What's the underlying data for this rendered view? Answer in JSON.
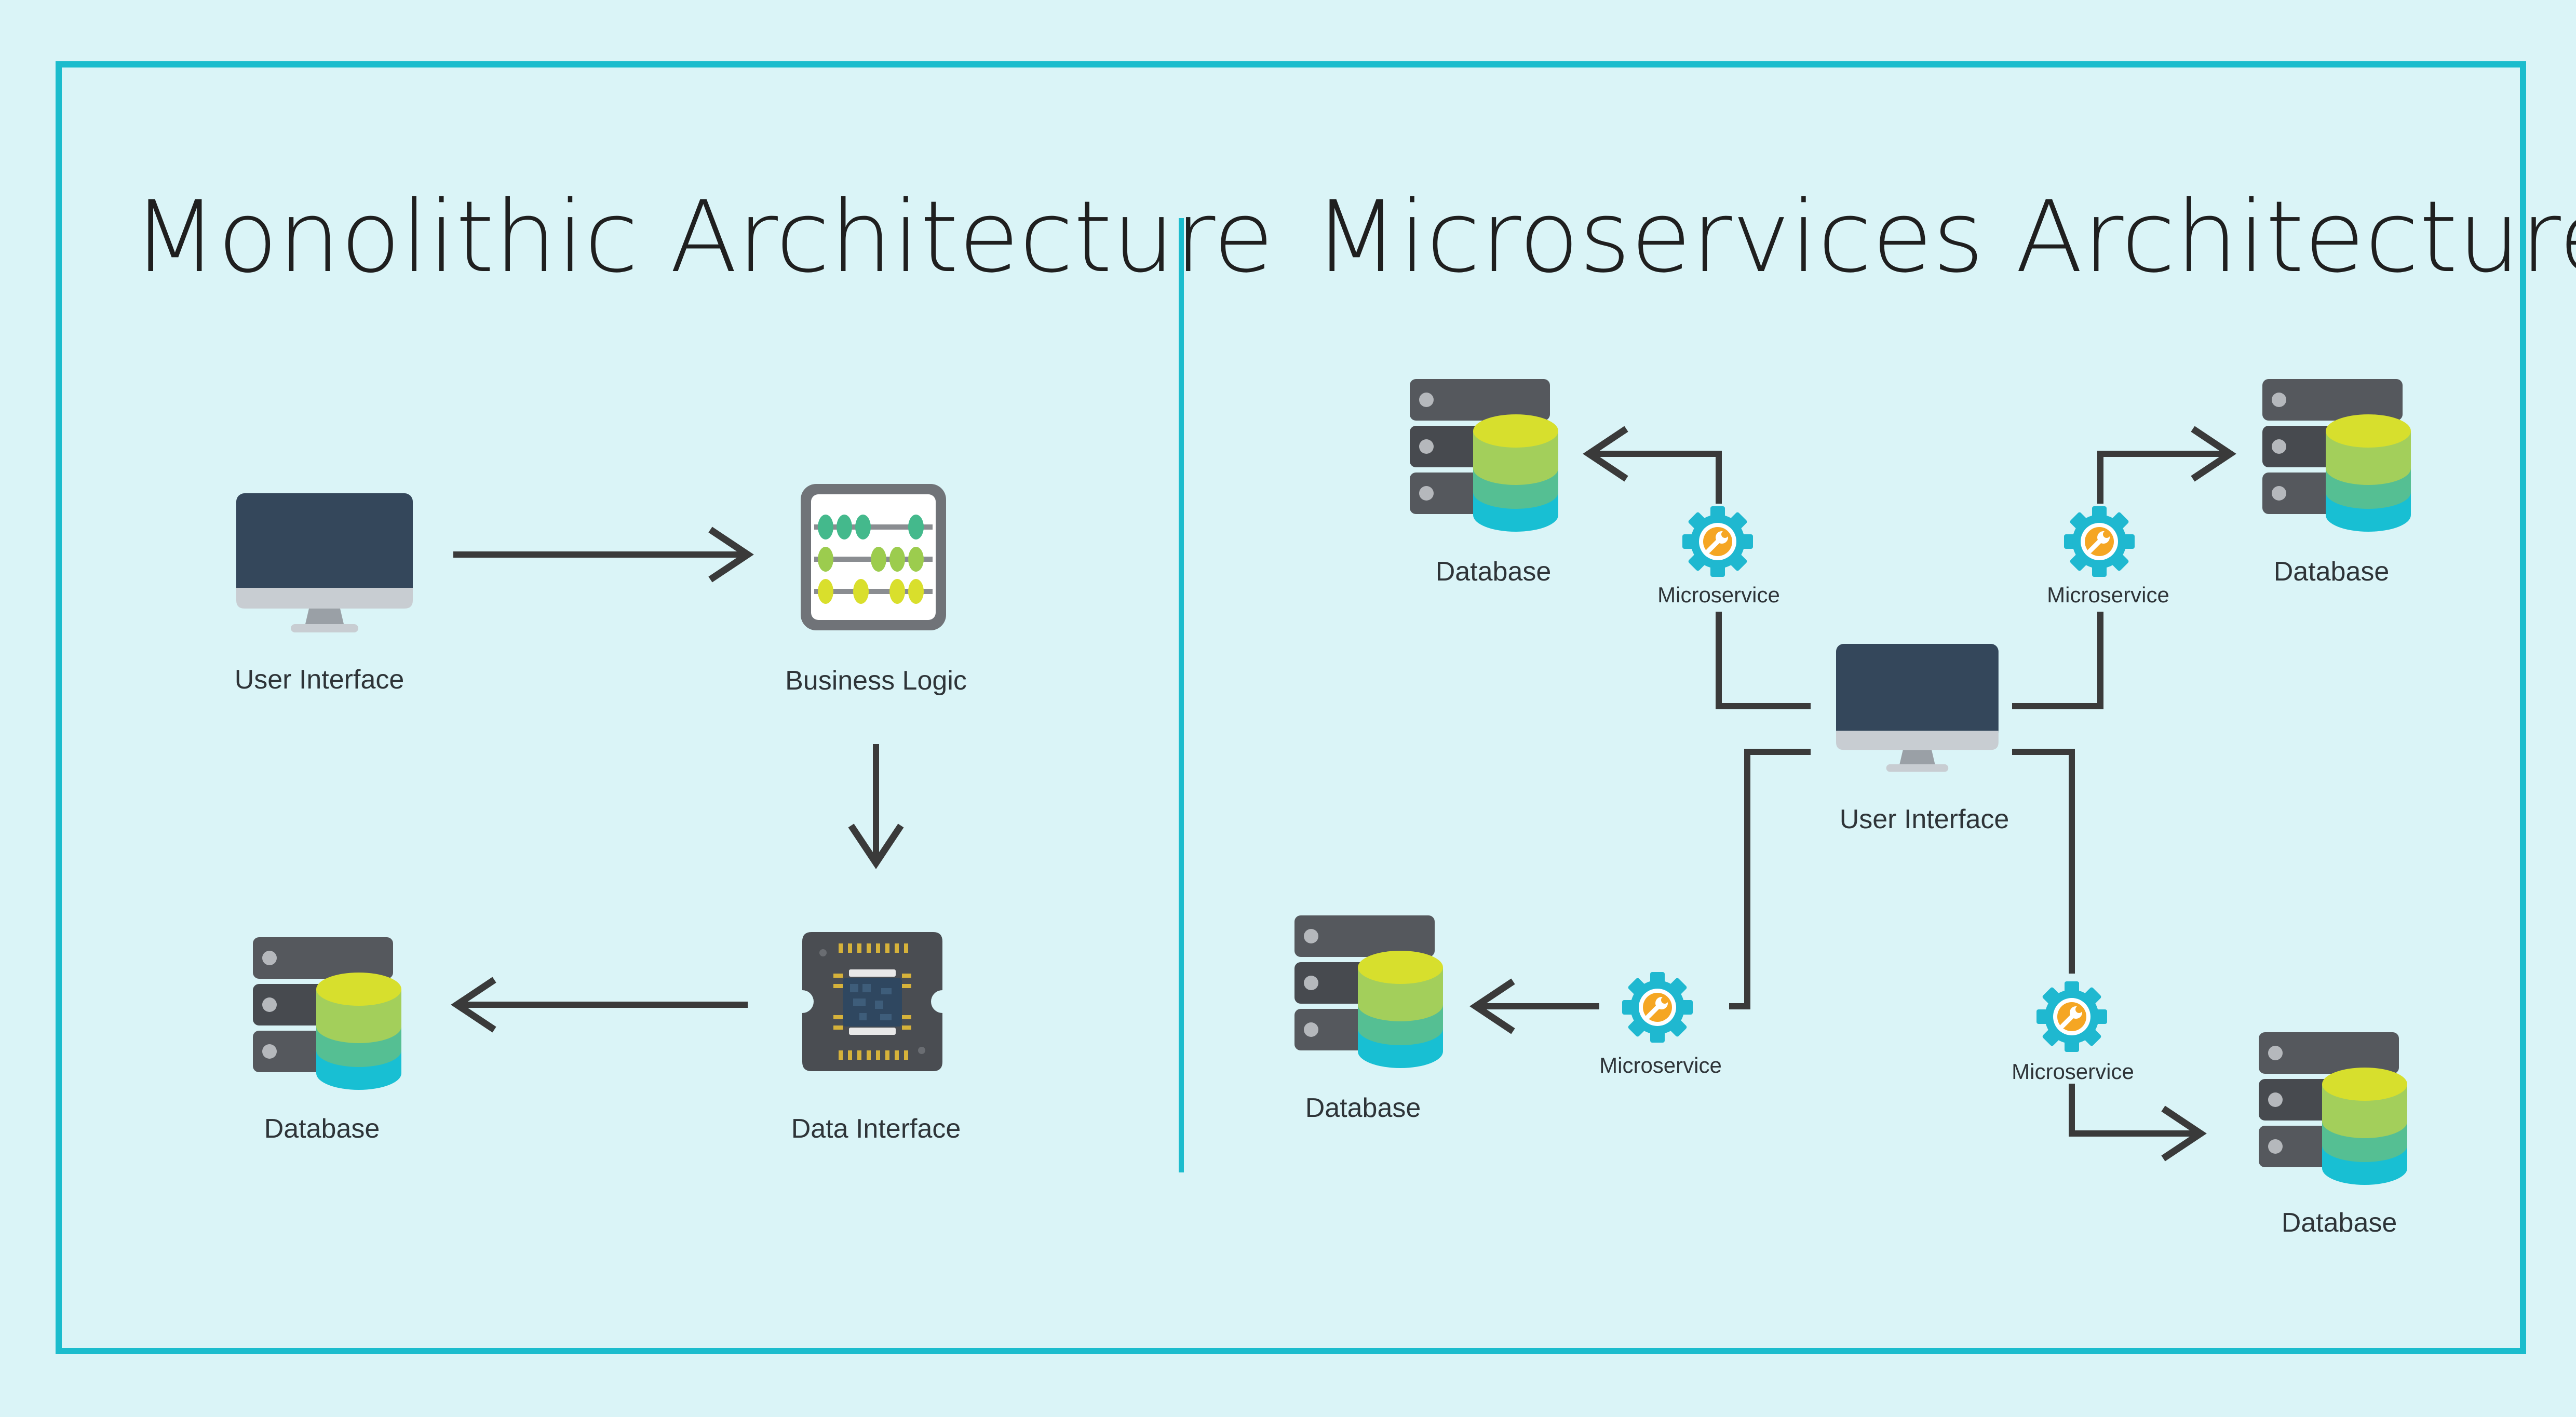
{
  "colors": {
    "background": "#daf4f7",
    "frame": "#1bbccd",
    "divider": "#1bbccd",
    "connector": "#3a3a3a",
    "monitor_screen": "#34475b",
    "server_body": "#4a4d52",
    "db_top": "#d7df2d",
    "db_mid": "#a3cf5b",
    "db_low": "#55bf93",
    "db_base": "#18bfd3",
    "gear": "#1fb8d0",
    "wrench": "#f5a623"
  },
  "monolithic": {
    "title": "Monolithic Architecture",
    "user_interface": {
      "label": "User Interface",
      "icon": "monitor-icon"
    },
    "business_logic": {
      "label": "Business Logic",
      "icon": "abacus-icon"
    },
    "data_interface": {
      "label": "Data Interface",
      "icon": "chip-icon"
    },
    "database": {
      "label": "Database",
      "icon": "database-server-icon"
    }
  },
  "microservices": {
    "title": "Microservices Architecture",
    "user_interface": {
      "label": "User Interface",
      "icon": "monitor-icon"
    },
    "services": [
      {
        "label": "Microservice",
        "icon": "gear-wrench-icon"
      },
      {
        "label": "Microservice",
        "icon": "gear-wrench-icon"
      },
      {
        "label": "Microservice",
        "icon": "gear-wrench-icon"
      },
      {
        "label": "Microservice",
        "icon": "gear-wrench-icon"
      }
    ],
    "databases": [
      {
        "label": "Database",
        "icon": "database-server-icon"
      },
      {
        "label": "Database",
        "icon": "database-server-icon"
      },
      {
        "label": "Database",
        "icon": "database-server-icon"
      },
      {
        "label": "Database",
        "icon": "database-server-icon"
      }
    ]
  }
}
